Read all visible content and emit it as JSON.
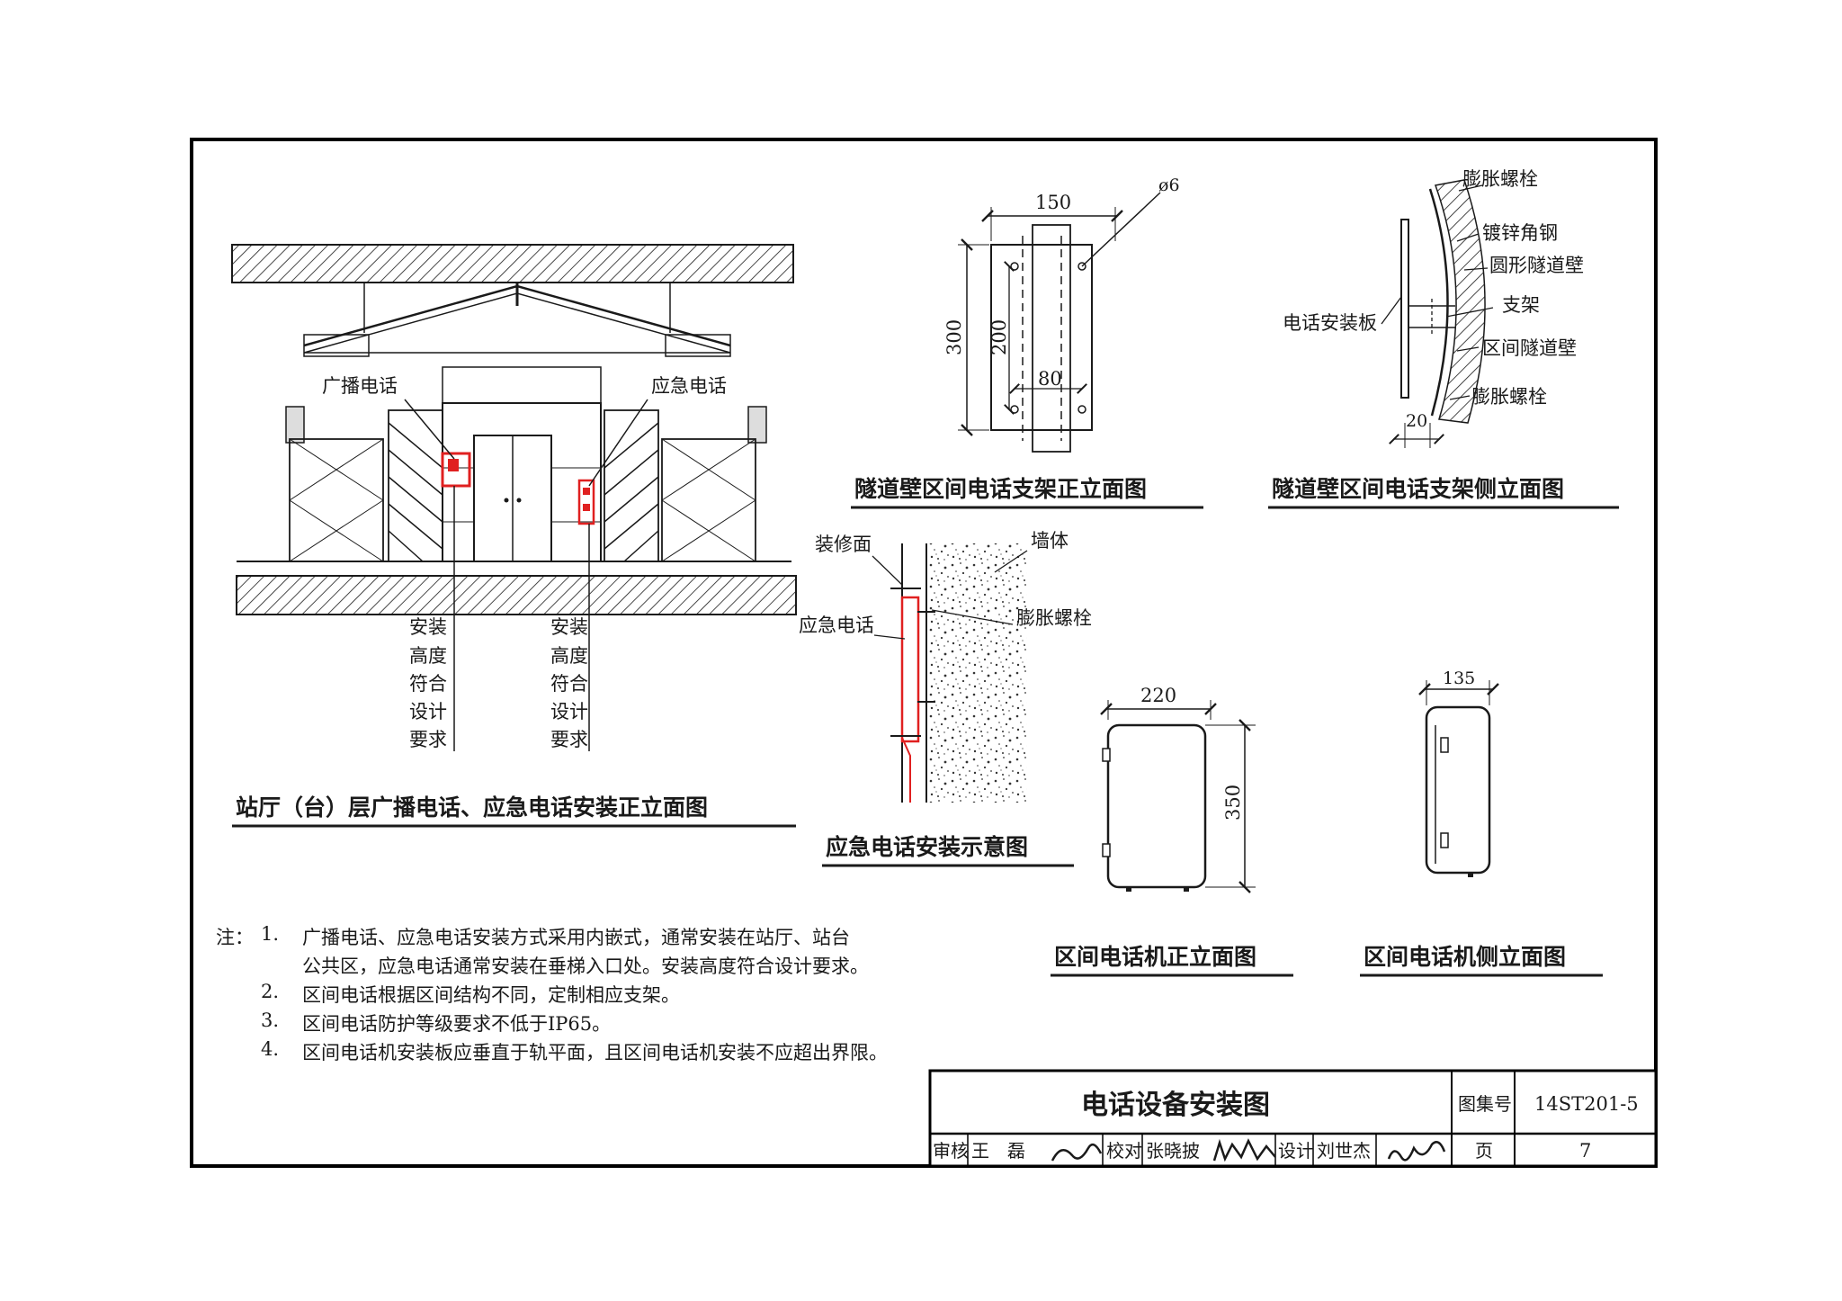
{
  "colors": {
    "line": "#1a1a1a",
    "accent_red": "#e02020",
    "frame": "#000000",
    "paper": "#ffffff"
  },
  "station_view": {
    "title": "站厅（台）层广播电话、应急电话安装正立面图",
    "label_broadcast": "广播电话",
    "label_emergency": "应急电话",
    "install_note_left": [
      "安装",
      "高度",
      "符合",
      "设计",
      "要求"
    ],
    "install_note_right": [
      "安装",
      "高度",
      "符合",
      "设计",
      "要求"
    ]
  },
  "bracket_front": {
    "title": "隧道壁区间电话支架正立面图",
    "dim_width": "150",
    "dim_height": "300",
    "dim_hole_spacing_v": "200",
    "dim_hole_spacing_h": "80",
    "dim_hole": "ø6"
  },
  "bracket_side": {
    "title": "隧道壁区间电话支架侧立面图",
    "label_bolt_top": "膨胀螺栓",
    "label_angle_steel": "镀锌角钢",
    "label_tunnel_wall": "圆形隧道壁",
    "label_support": "支架",
    "label_section_wall": "区间隧道壁",
    "label_bolt_bottom": "膨胀螺栓",
    "label_plate": "电话安装板",
    "dim_gap": "20"
  },
  "emergency_install": {
    "title": "应急电话安装示意图",
    "label_finish": "装修面",
    "label_wall": "墙体",
    "label_bolt": "膨胀螺栓",
    "label_phone": "应急电话"
  },
  "phone_front": {
    "title": "区间电话机正立面图",
    "dim_width": "220",
    "dim_height": "350"
  },
  "phone_side": {
    "title": "区间电话机侧立面图",
    "dim_depth": "135"
  },
  "notes": {
    "heading": "注：",
    "items": [
      {
        "num": "1.",
        "lines": [
          "广播电话、应急电话安装方式采用内嵌式，通常安装在站厅、站台",
          "公共区，应急电话通常安装在垂梯入口处。安装高度符合设计要求。"
        ]
      },
      {
        "num": "2.",
        "lines": [
          "区间电话根据区间结构不同，定制相应支架。"
        ]
      },
      {
        "num": "3.",
        "lines": [
          "区间电话防护等级要求不低于IP65。"
        ]
      },
      {
        "num": "4.",
        "lines": [
          "区间电话机安装板应垂直于轨平面，且区间电话机安装不应超出界限。"
        ]
      }
    ]
  },
  "title_block": {
    "drawing_title": "电话设备安装图",
    "atlas_label": "图集号",
    "atlas_no": "14ST201-5",
    "review_label": "审核",
    "reviewer": "王　磊",
    "check_label": "校对",
    "checker": "张晓披",
    "design_label": "设计",
    "designer": "刘世杰",
    "page_label": "页",
    "page_no": "7"
  }
}
